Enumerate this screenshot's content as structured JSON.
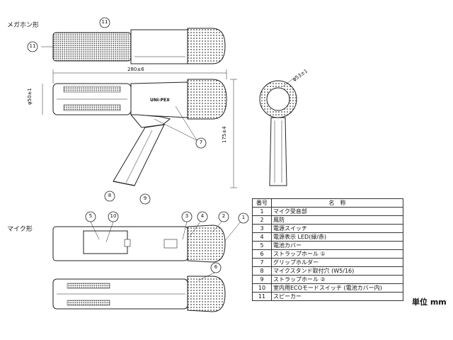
{
  "sections": {
    "megaphone": "メガホン形",
    "mic": "マイク形"
  },
  "unit_label": "単位 mm",
  "dimensions": {
    "length": "280±6",
    "diameter_body": "φ50±1",
    "diameter_head": "φ53±1",
    "height": "175±4"
  },
  "brand": "UNI-PEX",
  "callouts": {
    "c11a": "11",
    "c11b": "11",
    "c7": "7",
    "c8": "8",
    "c9": "9",
    "c5": "5",
    "c10": "10",
    "c3": "3",
    "c4": "4",
    "c2": "2",
    "c1": "1",
    "c6": "6"
  },
  "table": {
    "headers": [
      "番号",
      "名　称"
    ],
    "rows": [
      {
        "no": "1",
        "name": "マイク受音部"
      },
      {
        "no": "2",
        "name": "風防"
      },
      {
        "no": "3",
        "name": "電源スイッチ"
      },
      {
        "no": "4",
        "name": "電源表示 LED(緑/赤)"
      },
      {
        "no": "5",
        "name": "電池カバー"
      },
      {
        "no": "6",
        "name": "ストラップホール ①"
      },
      {
        "no": "7",
        "name": "グリップホルダー"
      },
      {
        "no": "8",
        "name": "マイクスタンド取付穴 (W5/16)"
      },
      {
        "no": "9",
        "name": "ストラップホール ②"
      },
      {
        "no": "10",
        "name": "室内用ECOモードスイッチ (電池カバー内)"
      },
      {
        "no": "11",
        "name": "スピーカー"
      }
    ]
  }
}
